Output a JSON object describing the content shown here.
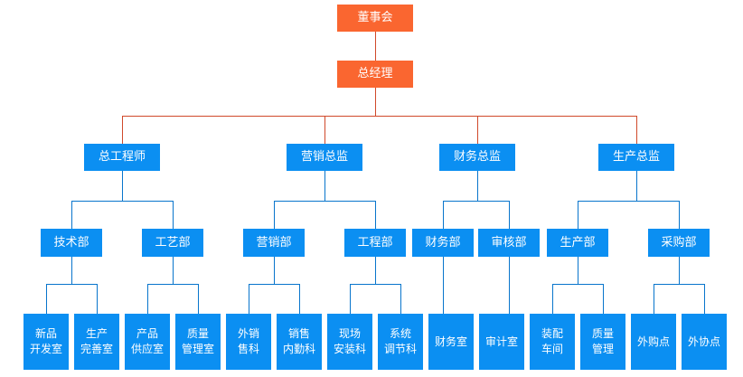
{
  "colors": {
    "top_fill": "#fa6630",
    "top_line": "#d0492a",
    "node_fill": "#0b8ff2",
    "node_line": "#0875cc"
  },
  "org": {
    "board": "董事会",
    "gm": "总经理",
    "directors": [
      {
        "label": "总工程师"
      },
      {
        "label": "营销总监"
      },
      {
        "label": "财务总监"
      },
      {
        "label": "生产总监"
      }
    ],
    "departments": [
      {
        "label": "技术部"
      },
      {
        "label": "工艺部"
      },
      {
        "label": "营销部"
      },
      {
        "label": "工程部"
      },
      {
        "label": "财务部"
      },
      {
        "label": "审核部"
      },
      {
        "label": "生产部"
      },
      {
        "label": "采购部"
      }
    ],
    "units": [
      {
        "label": "新品\n开发室"
      },
      {
        "label": "生产\n完善室"
      },
      {
        "label": "产品\n供应室"
      },
      {
        "label": "质量\n管理室"
      },
      {
        "label": "外销\n售科"
      },
      {
        "label": "销售\n内勤科"
      },
      {
        "label": "现场\n安装科"
      },
      {
        "label": "系统\n调节科"
      },
      {
        "label": "财务室"
      },
      {
        "label": "审计室"
      },
      {
        "label": "装配\n车间"
      },
      {
        "label": "质量\n管理"
      },
      {
        "label": "外购点"
      },
      {
        "label": "外协点"
      }
    ]
  }
}
